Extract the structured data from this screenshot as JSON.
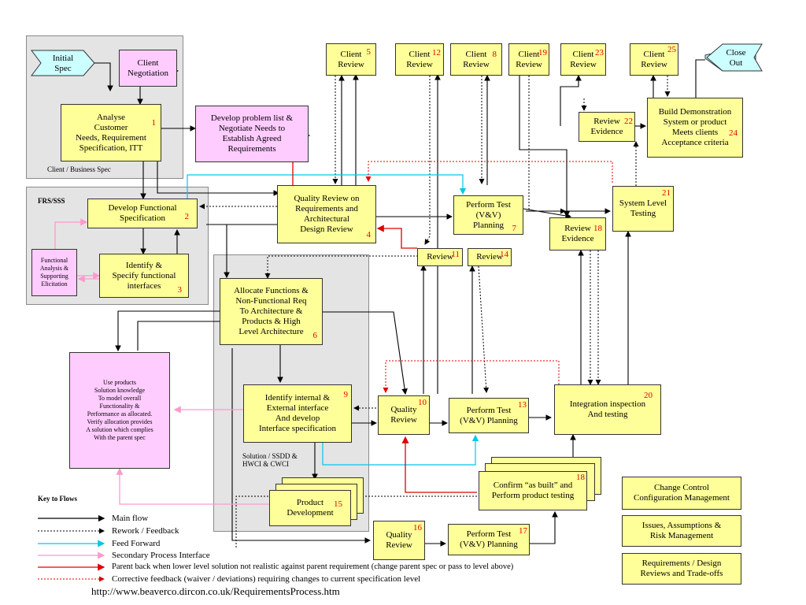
{
  "regions": {
    "client_business": "Client / Business Spec",
    "frs_sss": "FRS/SSS",
    "solution": "Solution / SSDD &\nHWCI & CWCI"
  },
  "chevrons": {
    "initial_spec": "Initial\nSpec",
    "close_out": "Close\nOut"
  },
  "nodes": {
    "client_negotiation": {
      "text": "Client\nNegotiation"
    },
    "analyse": {
      "text": "Analyse\nCustomer\nNeeds, Requirement\nSpecification, ITT",
      "num": "1"
    },
    "problem_list": {
      "text": "Develop problem list &\nNegotiate Needs to\nEstablish Agreed\nRequirements"
    },
    "develop_functional": {
      "text": "Develop Functional\nSpecification",
      "num": "2"
    },
    "functional_analysis": {
      "text": "Functional\nAnalysis &\nSupporting\nElicitation"
    },
    "identify_specify": {
      "text": "Identify &\nSpecify functional\ninterfaces",
      "num": "3"
    },
    "quality_review_req": {
      "text": "Quality Review on\nRequirements and\nArchitectural\nDesign Review",
      "num": "4"
    },
    "client_review_5": {
      "text": "Client\nReview",
      "num": "5"
    },
    "allocate": {
      "text": "Allocate Functions &\nNon-Functional Req\nTo Architecture &\nProducts & High\nLevel Architecture",
      "num": "6"
    },
    "use_products": {
      "text": "Use products\nSolution knowledge\nTo model overall\nFunctionality &\nPerformance as allocated.\nVerify allocation provides\nA solution which complies\nWith the parent spec"
    },
    "perform_test_7": {
      "text": "Perform Test\n(V&V)\nPlanning",
      "num": "7"
    },
    "client_review_8": {
      "text": "Client\nReview",
      "num": "8"
    },
    "identify_internal": {
      "text": "Identify internal &\nExternal interface\nAnd develop\nInterface specification",
      "num": "9"
    },
    "quality_review_10": {
      "text": "Quality\nReview",
      "num": "10"
    },
    "review_11": {
      "text": "Review",
      "num": "11"
    },
    "client_review_12": {
      "text": "Client\nReview",
      "num": "12"
    },
    "perform_test_13": {
      "text": "Perform Test\n(V&V) Planning",
      "num": "13"
    },
    "review_14": {
      "text": "Review",
      "num": "14"
    },
    "product_development": {
      "text": "Product\nDevelopment",
      "num": "15"
    },
    "quality_review_16": {
      "text": "Quality\nReview",
      "num": "16"
    },
    "perform_test_17": {
      "text": "Perform Test\n(V&V) Planning",
      "num": "17"
    },
    "confirm_as_built": {
      "text": "Confirm “as built” and\nPerform product testing",
      "num": "18"
    },
    "review_evidence_18": {
      "text": "Review\nEvidence",
      "num": "18"
    },
    "client_review_19": {
      "text": "Client\nReview",
      "num": "19"
    },
    "integration": {
      "text": "Integration inspection\nAnd testing",
      "num": "20"
    },
    "system_level": {
      "text": "System Level\nTesting",
      "num": "21"
    },
    "review_evidence_22": {
      "text": "Review\nEvidence",
      "num": "22"
    },
    "client_review_23": {
      "text": "Client\nReview",
      "num": "23"
    },
    "build_demo": {
      "text": "Build Demonstration\nSystem or product\nMeets clients\nAcceptance criteria",
      "num": "24"
    },
    "client_review_25": {
      "text": "Client\nReview",
      "num": "25"
    }
  },
  "side_boxes": {
    "change_control": "Change Control\nConfiguration Management",
    "issues": "Issues, Assumptions &\nRisk Management",
    "requirements_reviews": "Requirements / Design\nReviews and Trade-offs"
  },
  "key": {
    "title": "Key to Flows",
    "items": [
      {
        "label": "Main flow",
        "color": "#000000",
        "style": "solid"
      },
      {
        "label": "Rework / Feedback",
        "color": "#000000",
        "style": "dotted"
      },
      {
        "label": "Feed Forward",
        "color": "#00c8e8",
        "style": "solid"
      },
      {
        "label": "Secondary Process Interface",
        "color": "#ff99cc",
        "style": "solid"
      },
      {
        "label": "Parent back when lower level solution not realistic against parent requirement (change parent spec or pass to level above)",
        "color": "#e00000",
        "style": "solid"
      },
      {
        "label": "Corrective feedback (waiver / deviations) requiring changes to current specification level",
        "color": "#e00000",
        "style": "dotted"
      }
    ]
  },
  "url": "http://www.beaverco.dircon.co.uk/RequirementsProcess.htm",
  "colors": {
    "process": "#ffff99",
    "secondary": "#ffccff",
    "region": "#e4e4e4",
    "chevron": "#ccffff",
    "number": "#e00000"
  }
}
